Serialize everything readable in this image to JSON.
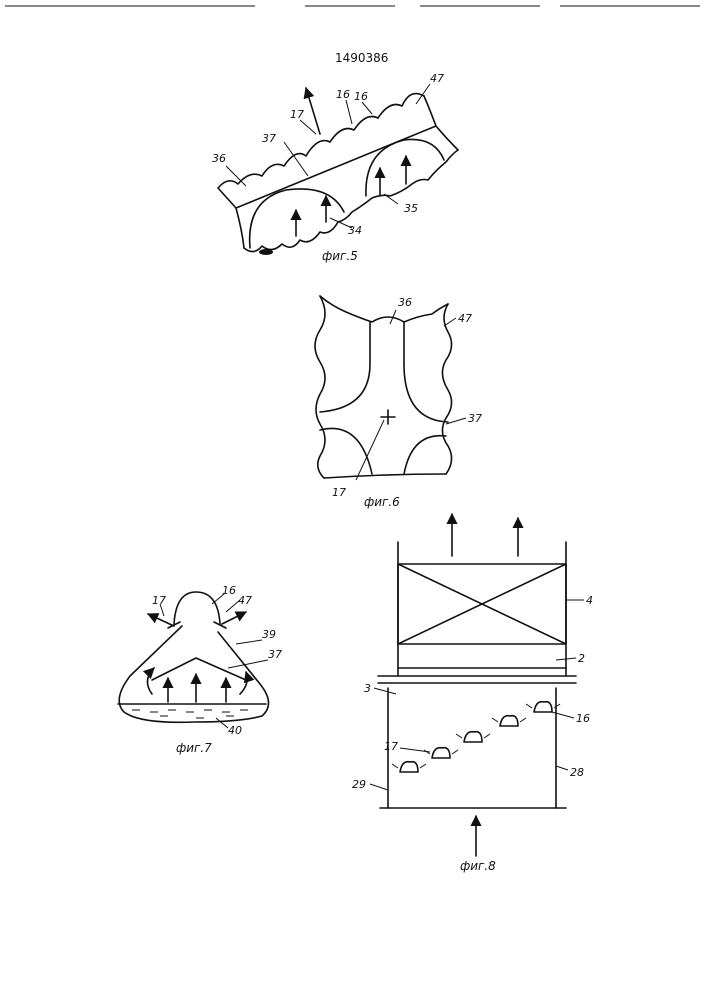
{
  "page": {
    "patent_number": "1490386"
  },
  "fig5": {
    "caption": "фиг.5",
    "labels": {
      "n47": "47",
      "n16a": "16",
      "n16b": "16",
      "n17": "17",
      "n37": "37",
      "n36": "36",
      "n34": "34",
      "n35": "35"
    }
  },
  "fig6": {
    "caption": "фиг.6",
    "labels": {
      "n36": "36",
      "n47": "47",
      "n37": "37",
      "n17": "17"
    }
  },
  "fig7": {
    "caption": "фиг.7",
    "labels": {
      "n17": "17",
      "n16": "16",
      "n47": "47",
      "n39": "39",
      "n37": "37",
      "n40": "40"
    }
  },
  "fig8": {
    "caption": "фиг.8",
    "labels": {
      "n4": "4",
      "n2": "2",
      "n3": "3",
      "n16": "16",
      "n17": "17",
      "n28": "28",
      "n29": "29"
    }
  }
}
